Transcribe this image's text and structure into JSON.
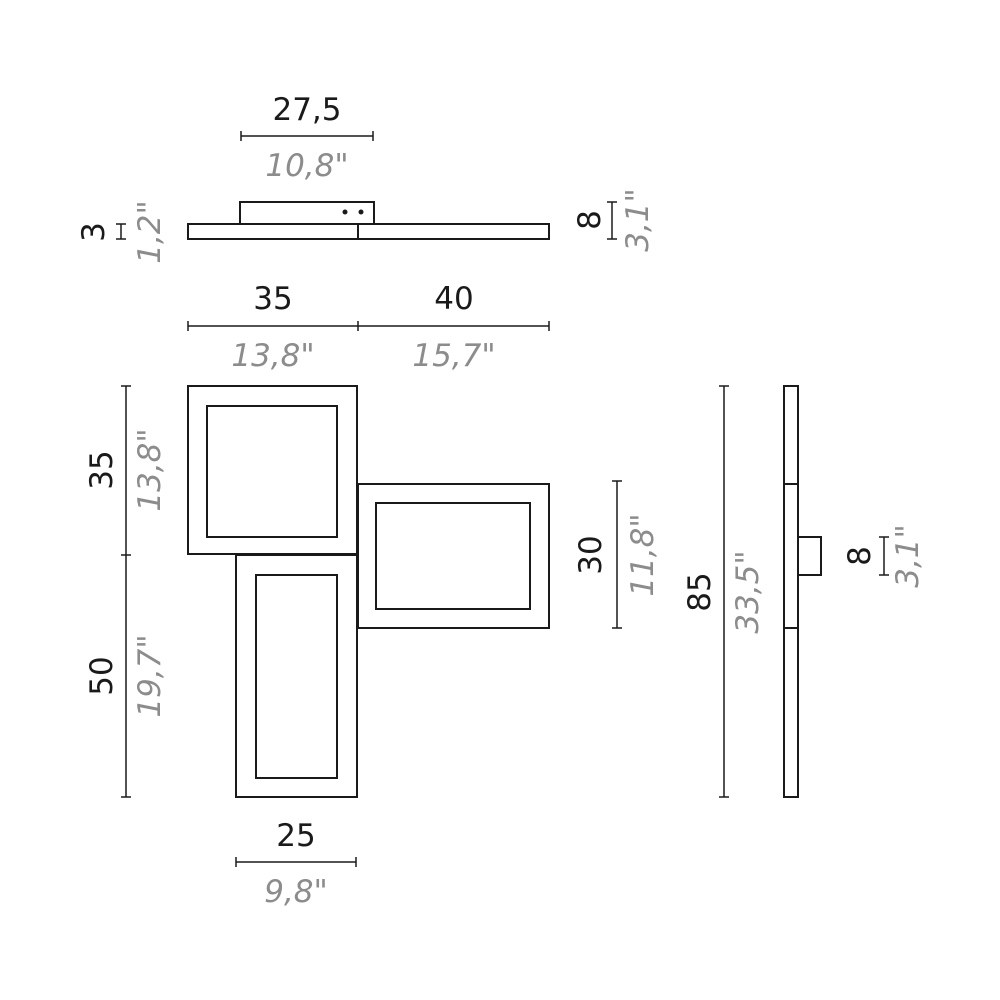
{
  "colors": {
    "line": "#1a1a1a",
    "imperial_text": "#8c8c8c",
    "background": "#ffffff"
  },
  "top_view": {
    "length_cm": "27,5",
    "length_in": "10,8\"",
    "thickness_cm": "3",
    "thickness_in": "1,2\"",
    "depth_cm": "8",
    "depth_in": "3,1\""
  },
  "front_view": {
    "width_left_cm": "35",
    "width_left_in": "13,8\"",
    "width_right_cm": "40",
    "width_right_in": "15,7\"",
    "height_top_cm": "35",
    "height_top_in": "13,8\"",
    "height_bottom_cm": "50",
    "height_bottom_in": "19,7\"",
    "height_right_cm": "30",
    "height_right_in": "11,8\"",
    "width_bottom_cm": "25",
    "width_bottom_in": "9,8\""
  },
  "side_view": {
    "height_cm": "85",
    "height_in": "33,5\"",
    "depth_cm": "8",
    "depth_in": "3,1\""
  }
}
